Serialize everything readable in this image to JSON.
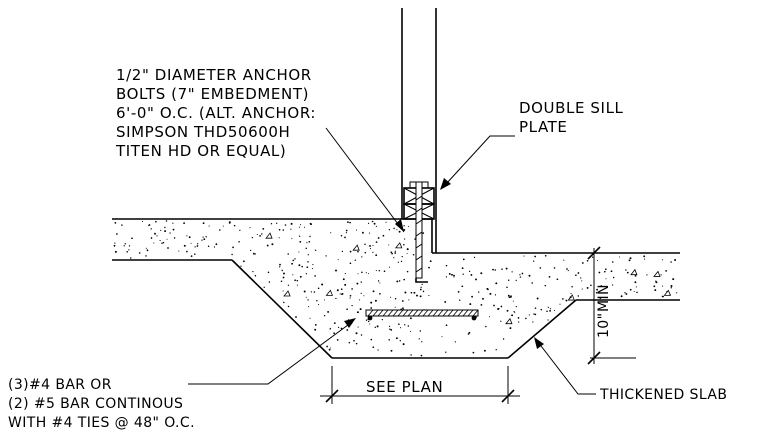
{
  "callouts": {
    "anchor_bolts": [
      "1/2\" DIAMETER ANCHOR",
      "BOLTS (7\" EMBEDMENT)",
      "6'-0\" O.C. (ALT. ANCHOR:",
      "SIMPSON THD50600H",
      "TITEN HD OR EQUAL)"
    ],
    "double_sill": [
      "DOUBLE SILL",
      "PLATE"
    ],
    "rebar": [
      "(3)#4 BAR OR",
      "(2) #5 BAR CONTINOUS",
      "WITH #4 TIES @ 48\" O.C."
    ],
    "thickened_slab": "THICKENED SLAB",
    "see_plan": "SEE PLAN",
    "min_depth": "10\"",
    "min_label": "MIN"
  },
  "colors": {
    "line": "#000000",
    "background": "#ffffff"
  }
}
